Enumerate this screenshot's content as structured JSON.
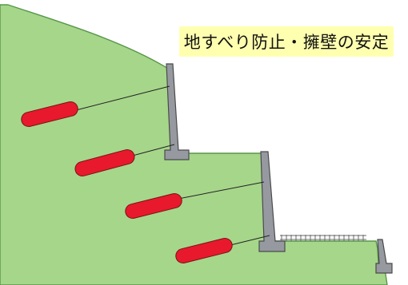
{
  "title": "地すべり防止・擁壁の安定",
  "colors": {
    "ground": "#a6d68a",
    "ground_edge": "#58964a",
    "sky": "#ffffff",
    "wall": "#969aa0",
    "wall_edge": "#4a4a4a",
    "anchor": "#e8192c",
    "anchor_edge": "#7a1018",
    "tendon": "#222222",
    "title_bg": "#ffffb0"
  },
  "elements": {
    "anchor_count": 4,
    "retaining_wall_count": 3,
    "has_fence": true
  }
}
